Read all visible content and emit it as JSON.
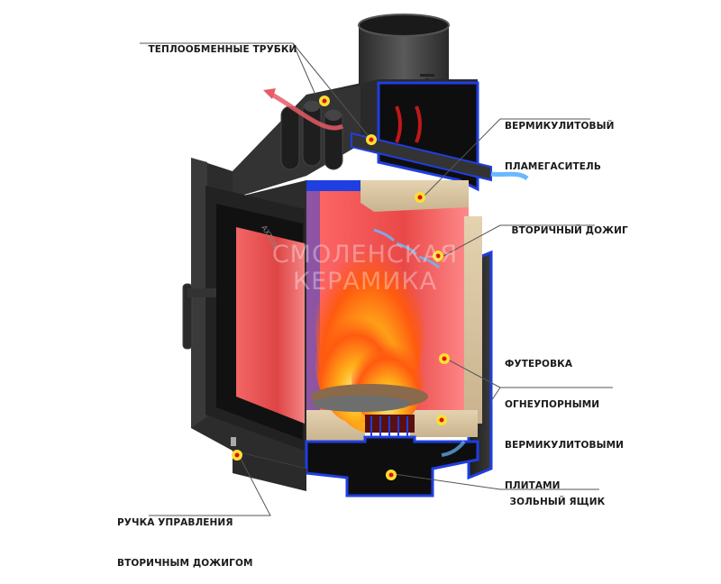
{
  "diagram": {
    "subject": "Cutaway of a fireplace insert (каминная топка)",
    "brand_mark": "AXTON",
    "watermark": {
      "line1": "СМОЛЕНСКАЯ",
      "line2": "КЕРАМИКА"
    },
    "callouts": [
      {
        "id": "heat-exchange-tubes",
        "text": "ТЕПЛООБМЕННЫЕ ТРУБКИ"
      },
      {
        "id": "vermiculite-baffle",
        "line1": "ВЕРМИКУЛИТОВЫЙ",
        "line2": "ПЛАМЕГАСИТЕЛЬ"
      },
      {
        "id": "secondary-combustion",
        "text": "ВТОРИЧНЫЙ ДОЖИГ"
      },
      {
        "id": "refractory-lining",
        "line1": "ФУТЕРОВКА",
        "line2": "ОГНЕУПОРНЫМИ",
        "line3": "ВЕРМИКУЛИТОВЫМИ",
        "line4": "ПЛИТАМИ"
      },
      {
        "id": "ash-box",
        "text": "ЗОЛЬНЫЙ ЯЩИК"
      },
      {
        "id": "secondary-combustion-handle",
        "line1": "РУЧКА УПРАВЛЕНИЯ",
        "line2": "ВТОРИЧНЫМ ДОЖИГОМ"
      }
    ],
    "colors": {
      "steel": "#2b2b2b",
      "steel_light": "#4a4a4a",
      "cut_edge": "#1f3fe0",
      "chamber": "#e84a4a",
      "vermiculite": "#d8c4a2",
      "flame": "#ff9a1a",
      "cold_air": "#6ab8ff",
      "hot_air": "#e8505a",
      "marker_ring": "#ffe033",
      "marker_dot": "#e01010",
      "leader": "#555555"
    }
  }
}
